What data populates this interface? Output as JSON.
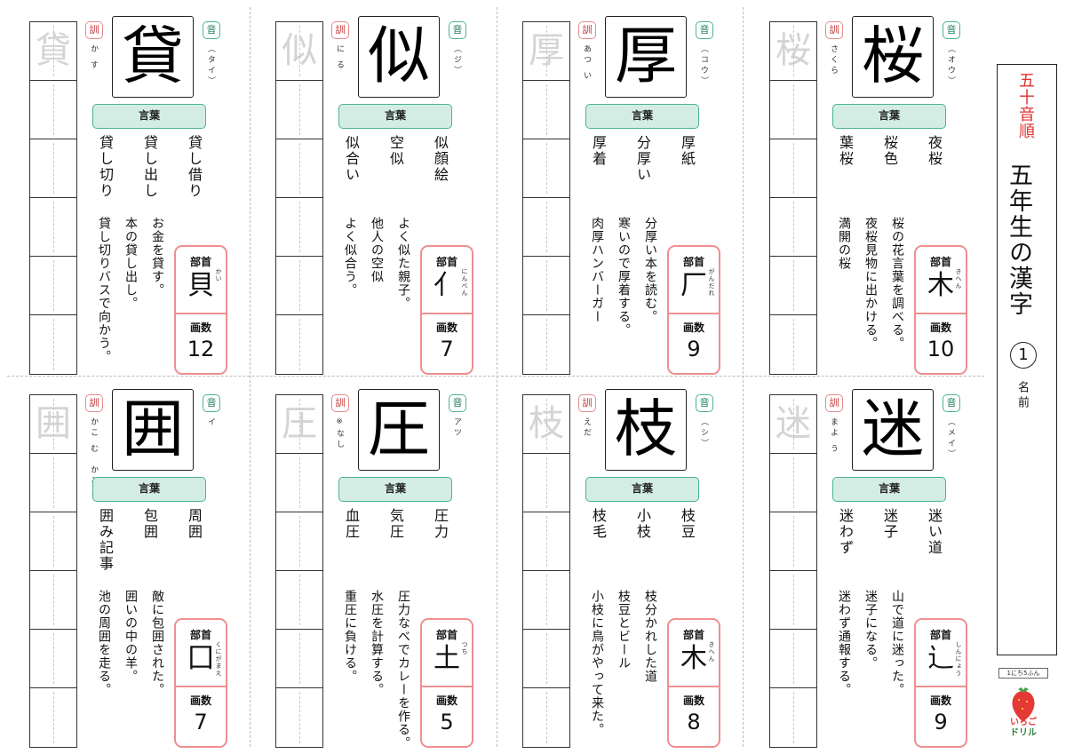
{
  "labels": {
    "kun": "訓",
    "on": "音",
    "kotoba": "言葉",
    "bushu": "部首",
    "kakusu": "画数"
  },
  "title": {
    "subtitle": "五十音順",
    "main": "五年生の漢字",
    "number": "1",
    "name_label": "名前"
  },
  "logo": {
    "top_text": "1にち5ふん",
    "text_line1": "いちご",
    "text_line2": "ドリル"
  },
  "colors": {
    "kun_border": "#e58a8a",
    "on_border": "#49b392",
    "kotoba_bg": "#d4ede4",
    "info_border": "#ef8f8f",
    "title_accent": "#d33"
  },
  "cards": [
    {
      "kanji": "貸",
      "kun": "か す",
      "on": "（タイ）",
      "words": [
        "貸し借り",
        "貸し出し",
        "貸し切り"
      ],
      "sentences": [
        "お金を貸す。",
        "本の貸し出し。",
        "貸し切りバスで向かう。"
      ],
      "bushu": "貝",
      "bushu_name": "かい",
      "strokes": "12"
    },
    {
      "kanji": "似",
      "kun": "に る",
      "on": "（ジ）",
      "words": [
        "似顔絵",
        "空似",
        "似合い"
      ],
      "sentences": [
        "よく似た親子。",
        "他人の空似",
        "よく似合う。"
      ],
      "bushu": "亻",
      "bushu_name": "にんべん",
      "strokes": "7"
    },
    {
      "kanji": "厚",
      "kun": "あつ い",
      "on": "（コウ）",
      "words": [
        "厚紙",
        "分厚い",
        "厚着"
      ],
      "sentences": [
        "分厚い本を読む。",
        "寒いので厚着する。",
        "肉厚ハンバーガー"
      ],
      "bushu": "厂",
      "bushu_name": "がんだれ",
      "strokes": "9"
    },
    {
      "kanji": "桜",
      "kun": "さくら",
      "on": "（オウ）",
      "words": [
        "夜桜",
        "桜色",
        "葉桜"
      ],
      "sentences": [
        "桜の花言葉を調べる。",
        "夜桜見物に出かける。",
        "満開の桜"
      ],
      "bushu": "木",
      "bushu_name": "きへん",
      "strokes": "10"
    },
    {
      "kanji": "囲",
      "kun": "かこ む　かこ う",
      "on": "イ",
      "words": [
        "周囲",
        "包囲",
        "囲み記事"
      ],
      "sentences": [
        "敵に包囲された。",
        "囲いの中の羊。",
        "池の周囲を走る。"
      ],
      "bushu": "囗",
      "bushu_name": "くにがまえ",
      "strokes": "7"
    },
    {
      "kanji": "圧",
      "kun": "※なし",
      "on": "アツ",
      "words": [
        "圧力",
        "気圧",
        "血圧"
      ],
      "sentences": [
        "圧力なべでカレーを作る。",
        "水圧を計算する。",
        "重圧に負ける。"
      ],
      "bushu": "土",
      "bushu_name": "つち",
      "strokes": "5"
    },
    {
      "kanji": "枝",
      "kun": "えだ",
      "on": "（シ）",
      "words": [
        "枝豆",
        "小枝",
        "枝毛"
      ],
      "sentences": [
        "枝分かれした道",
        "枝豆とビール",
        "小枝に鳥がやって来た。"
      ],
      "bushu": "木",
      "bushu_name": "きへん",
      "strokes": "8"
    },
    {
      "kanji": "迷",
      "kun": "まよ う",
      "on": "（メイ）",
      "words": [
        "迷い道",
        "迷子",
        "迷わず"
      ],
      "sentences": [
        "山で道に迷った。",
        "迷子になる。",
        "迷わず通報する。"
      ],
      "bushu": "辶",
      "bushu_name": "しんにょう",
      "strokes": "9"
    }
  ]
}
